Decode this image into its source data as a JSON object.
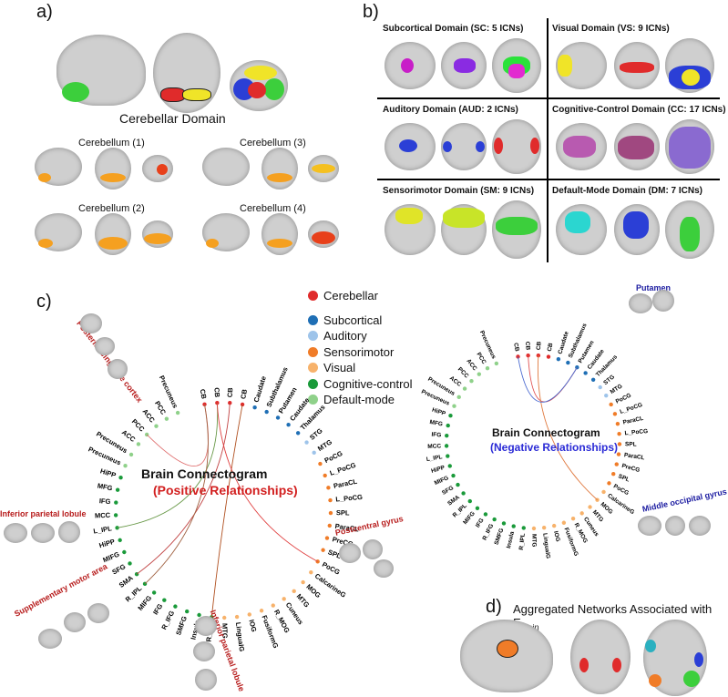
{
  "panel_labels": {
    "a": "a)",
    "b": "b)",
    "c": "c)",
    "d": "d)"
  },
  "panel_a": {
    "domain_title": "Cerebellar Domain",
    "subtitles": [
      "Cerebellum (1)",
      "Cerebellum (3)",
      "Cerebellum (2)",
      "Cerebellum (4)"
    ]
  },
  "panel_b": {
    "domains": [
      "Subcortical Domain (SC: 5 ICNs)",
      "Visual Domain (VS: 9 ICNs)",
      "Auditory Domain (AUD: 2 ICNs)",
      "Cognitive-Control Domain (CC: 17 ICNs)",
      "Sensorimotor Domain (SM: 9 ICNs)",
      "Default-Mode Domain (DM: 7 ICNs)"
    ]
  },
  "legend": [
    {
      "label": "Cerebellar",
      "color": "#e02b2b"
    },
    {
      "label": "Subcortical",
      "color": "#1f6fb5"
    },
    {
      "label": "Auditory",
      "color": "#9ec4ea"
    },
    {
      "label": "Sensorimotor",
      "color": "#f07c28"
    },
    {
      "label": "Visual",
      "color": "#f7b26b"
    },
    {
      "label": "Cognitive-control",
      "color": "#1a9a3a"
    },
    {
      "label": "Default-mode",
      "color": "#8fd18a"
    }
  ],
  "connectogram_pos": {
    "title": "Brain Connectogram",
    "subtitle": "(Positive Relationships)",
    "callouts": [
      "Posterior cingulate cortex",
      "Inferior parietal lobule",
      "Supplementary motor area",
      "Postcentral gyrus",
      "Inferior parietal lobule"
    ]
  },
  "connectogram_neg": {
    "title": "Brain Connectogram",
    "subtitle": "(Negative Relationships)",
    "callouts": [
      "Putamen",
      "Middle occipital gyrus"
    ]
  },
  "node_labels": [
    {
      "label": "CB",
      "group": 0
    },
    {
      "label": "CB",
      "group": 0
    },
    {
      "label": "CB",
      "group": 0
    },
    {
      "label": "CB",
      "group": 0
    },
    {
      "label": "Caudate",
      "group": 1
    },
    {
      "label": "Subthalamus",
      "group": 1
    },
    {
      "label": "Putamen",
      "group": 1
    },
    {
      "label": "Caudate",
      "group": 1
    },
    {
      "label": "Thalamus",
      "group": 1
    },
    {
      "label": "STG",
      "group": 2
    },
    {
      "label": "MTG",
      "group": 2
    },
    {
      "label": "PoCG",
      "group": 3
    },
    {
      "label": "L_PoCG",
      "group": 3
    },
    {
      "label": "ParaCL",
      "group": 3
    },
    {
      "label": "L_PoCG",
      "group": 3
    },
    {
      "label": "SPL",
      "group": 3
    },
    {
      "label": "ParaCL",
      "group": 3
    },
    {
      "label": "PreCG",
      "group": 3
    },
    {
      "label": "SPL",
      "group": 3
    },
    {
      "label": "PoCG",
      "group": 3
    },
    {
      "label": "CalcarineG",
      "group": 4
    },
    {
      "label": "MOG",
      "group": 4
    },
    {
      "label": "MTG",
      "group": 4
    },
    {
      "label": "Cuneus",
      "group": 4
    },
    {
      "label": "R_MOG",
      "group": 4
    },
    {
      "label": "FusiformG",
      "group": 4
    },
    {
      "label": "IOG",
      "group": 4
    },
    {
      "label": "LingualG",
      "group": 4
    },
    {
      "label": "MTG",
      "group": 4
    },
    {
      "label": "R_IPL",
      "group": 5
    },
    {
      "label": "Insula",
      "group": 5
    },
    {
      "label": "SMFG",
      "group": 5
    },
    {
      "label": "R_IFG",
      "group": 5
    },
    {
      "label": "IFG",
      "group": 5
    },
    {
      "label": "MIFG",
      "group": 5
    },
    {
      "label": "R_IPL",
      "group": 5
    },
    {
      "label": "SMA",
      "group": 5
    },
    {
      "label": "SFG",
      "group": 5
    },
    {
      "label": "MIFG",
      "group": 5
    },
    {
      "label": "HiPP",
      "group": 5
    },
    {
      "label": "L_IPL",
      "group": 5
    },
    {
      "label": "MCC",
      "group": 5
    },
    {
      "label": "IFG",
      "group": 5
    },
    {
      "label": "MFG",
      "group": 5
    },
    {
      "label": "HiPP",
      "group": 5
    },
    {
      "label": "Precuneus",
      "group": 6
    },
    {
      "label": "Precuneus",
      "group": 6
    },
    {
      "label": "ACC",
      "group": 6
    },
    {
      "label": "PCC",
      "group": 6
    },
    {
      "label": "ACC",
      "group": 6
    },
    {
      "label": "PCC",
      "group": 6
    },
    {
      "label": "Precuneus",
      "group": 6
    }
  ],
  "panel_d": {
    "title": "Aggregated Networks Associated with E",
    "title_sub": "brain"
  }
}
